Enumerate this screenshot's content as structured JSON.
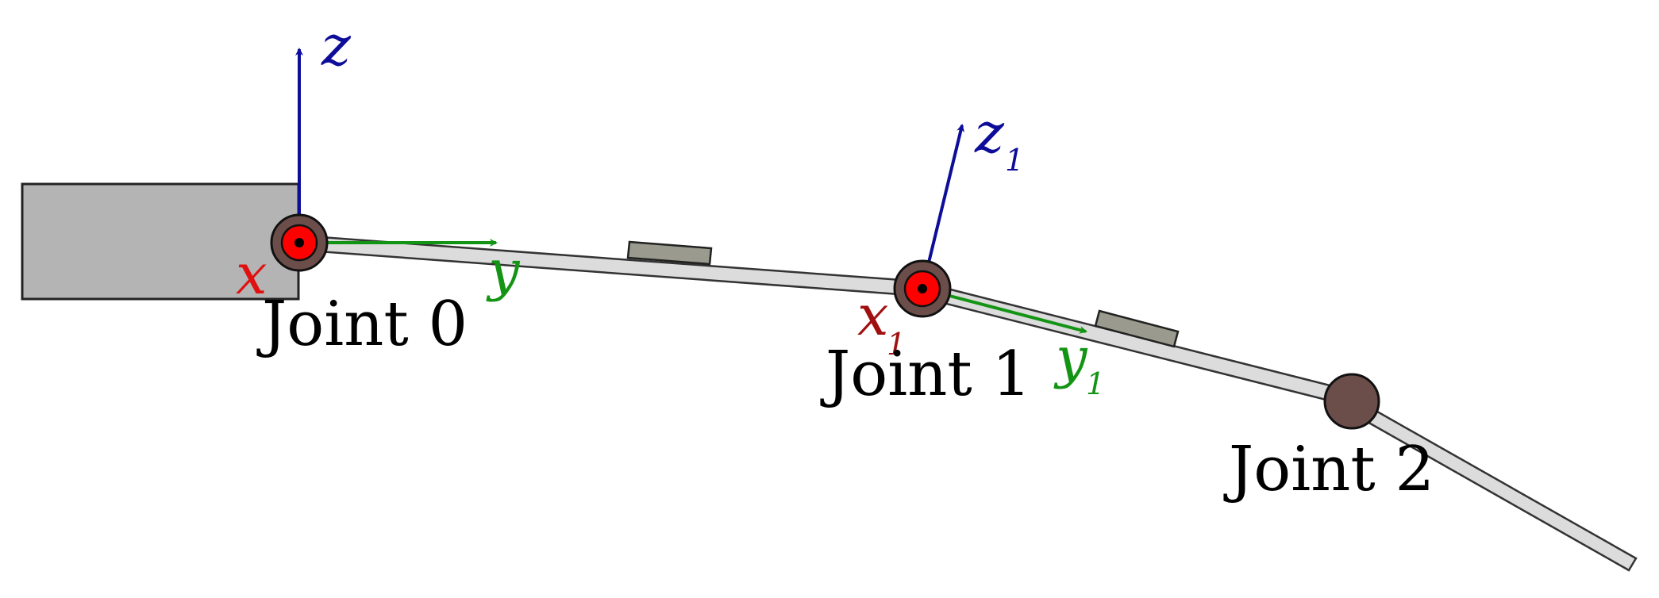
{
  "joints": [
    {
      "label": "Joint 0"
    },
    {
      "label": "Joint 1"
    },
    {
      "label": "Joint 2"
    }
  ],
  "axes": {
    "z0": "z",
    "y0": "y",
    "x0": "x",
    "z1": "z",
    "z1_sub": "1",
    "y1": "y",
    "y1_sub": "1",
    "x1": "x",
    "x1_sub": "1"
  },
  "colors": {
    "z_axis": "#0d0d9a",
    "y_axis": "#149414",
    "x_axis_joint0": "#e01010",
    "x_axis_joint1": "#a01010",
    "joint_fill": "#6b4e4a",
    "joint_axis_dot": "#ff0000",
    "link_fill": "#dcdcdc",
    "base_fill": "#b4b4b4",
    "sensor_fill": "#9a9a8e"
  }
}
